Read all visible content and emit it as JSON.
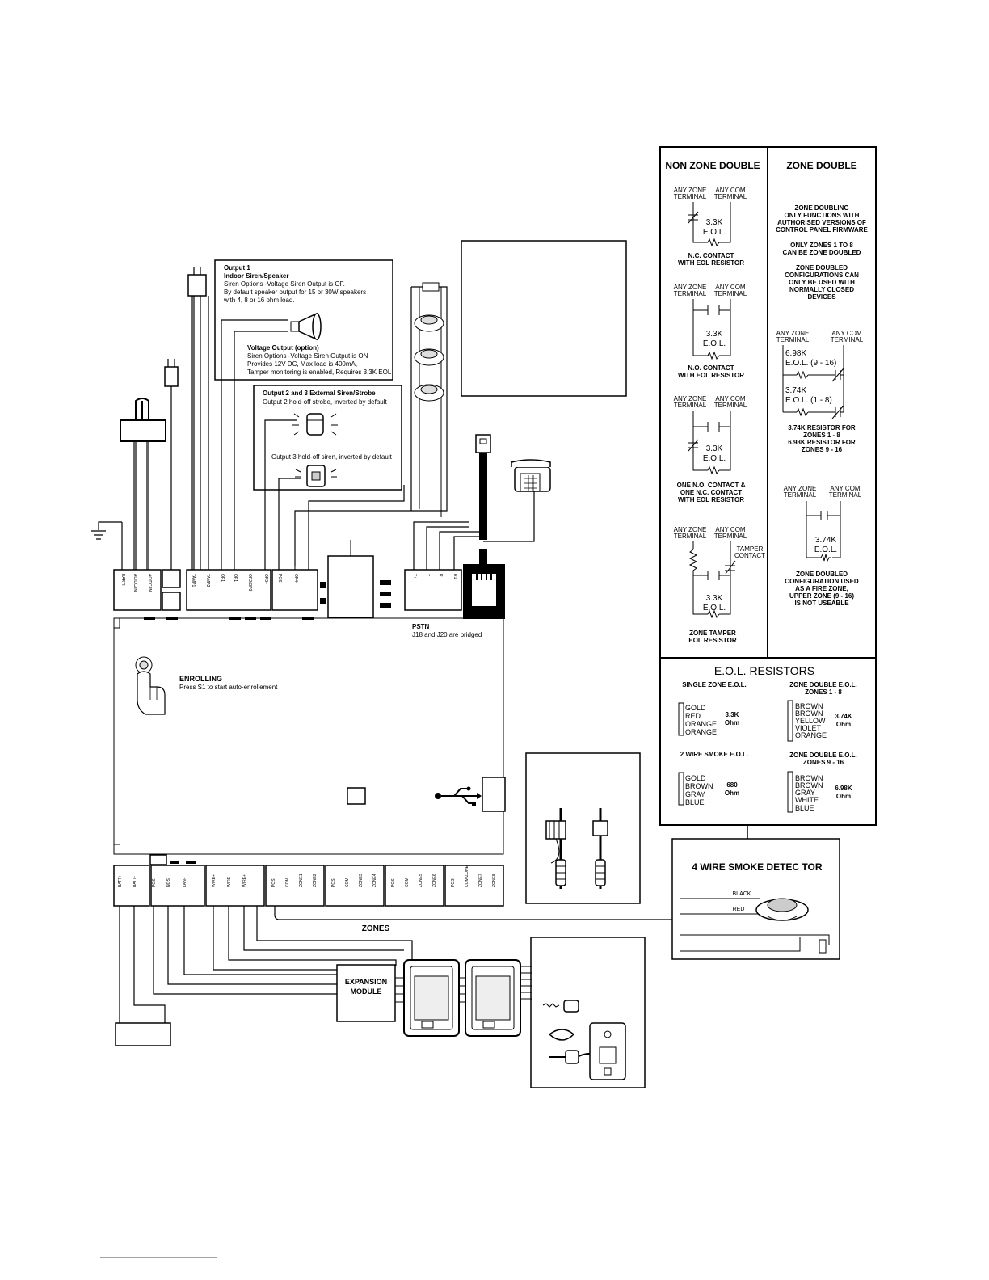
{
  "output1": {
    "title": "Output 1",
    "subtitle": "Indoor Siren/Speaker",
    "lines": [
      "Siren Options -Voltage Siren Output is OF.",
      "By default speaker output for 15 or 30W speakers",
      "with 4, 8 or 16 ohm load."
    ],
    "voltage_title": "Voltage Output (option)",
    "voltage_lines": [
      "Siren Options -Voltage Siren Output is ON",
      "Provides 12V DC, Max load is 400mA,",
      "Tamper monitoring is enabled, Requires 3,3K EOL"
    ]
  },
  "output23": {
    "title": "Output 2 and 3 External Siren/Strobe",
    "line1": "Output 2 hold-off strobe, inverted by default",
    "line2": "Output 3 hold-off siren, inverted by default"
  },
  "board": {
    "pstn_title": "PSTN",
    "pstn_note": "J18 and J20 are bridged",
    "enrolling_title": "ENROLLING",
    "enrolling_note": "Press S1 to start auto-enrollement",
    "zones_label": "ZONES",
    "expansion_line1": "EXPANSION",
    "expansion_line2": "MODULE",
    "top_terminals": [
      "EARTH",
      "AC/DC/IN",
      "AC/DC/IN",
      "TAMP1",
      "TAMP2",
      "OP1",
      "OP1",
      "OP2/OP3",
      "OP3+",
      "PGS",
      "OP4-"
    ],
    "right_terminals": [
      "T+",
      "T",
      "R",
      "R1"
    ],
    "bottom_terminals": [
      "BATT+",
      "BATT-",
      "POS",
      "NOS",
      "LAN+",
      "WIRE+",
      "WIRE-",
      "WIRE+",
      "POS",
      "COM",
      "ZONE1",
      "ZONE2",
      "POS",
      "COM",
      "ZONE3",
      "ZONE4",
      "POS",
      "COM",
      "ZONE5",
      "ZONE6",
      "POS",
      "COM/ZONE",
      "ZONE7",
      "ZONE8"
    ]
  },
  "non_zone_double": {
    "header": "NON ZONE DOUBLE",
    "any_zone": "ANY ZONE",
    "terminal": "TERMINAL",
    "any_com": "ANY COM",
    "value": "3.3K",
    "eol": "E.O.L.",
    "tamper": "TAMPER",
    "contact": "CONTACT",
    "captions": [
      [
        "N.C. CONTACT",
        "WITH EOL RESISTOR"
      ],
      [
        "N.O. CONTACT",
        "WITH EOL RESISTOR"
      ],
      [
        "ONE N.O. CONTACT &",
        "ONE N.C. CONTACT",
        "WITH EOL RESISTOR"
      ],
      [
        "ZONE TAMPER",
        "EOL RESISTOR"
      ]
    ]
  },
  "zone_double": {
    "header": "ZONE DOUBLE",
    "note1": [
      "ZONE DOUBLING",
      "ONLY FUNCTIONS WITH",
      "AUTHORISED VERSIONS OF",
      "CONTROL PANEL FIRMWARE"
    ],
    "note2": [
      "ONLY ZONES 1 TO 8",
      "CAN BE ZONE DOUBLED"
    ],
    "note3": [
      "ZONE DOUBLED",
      "CONFIGURATIONS CAN",
      "ONLY BE USED WITH",
      "NORMALLY CLOSED",
      "DEVICES"
    ],
    "res_698": "6.98K",
    "range_698": "E.O.L. (9 - 16)",
    "res_374": "3.74K",
    "range_374": "E.O.L. (1 - 8)",
    "resistor_note": [
      "3.74K RESISTOR FOR",
      "ZONES 1 - 8",
      "6.98K RESISTOR FOR",
      "ZONES 9 - 16"
    ],
    "fire_value": "3.74K",
    "fire_eol": "E.O.L.",
    "fire_note": [
      "ZONE DOUBLED",
      "CONFIGURATION USED",
      "AS A FIRE ZONE,",
      "UPPER ZONE (9 - 16)",
      "IS NOT USEABLE"
    ]
  },
  "eol_resistors": {
    "header": "E.O.L. RESISTORS",
    "single": {
      "title": "SINGLE ZONE E.O.L.",
      "bands": [
        "GOLD",
        "RED",
        "ORANGE",
        "ORANGE"
      ],
      "value": "3.3K",
      "unit": "Ohm"
    },
    "smoke2": {
      "title": "2 WIRE SMOKE E.O.L.",
      "bands": [
        "GOLD",
        "BROWN",
        "GRAY",
        "BLUE"
      ],
      "value": "680",
      "unit": "Ohm"
    },
    "double18": {
      "title1": "ZONE DOUBLE E.O.L.",
      "title2": "ZONES 1 - 8",
      "bands": [
        "BROWN",
        "BROWN",
        "YELLOW",
        "VIOLET",
        "ORANGE"
      ],
      "value": "3.74K",
      "unit": "Ohm"
    },
    "double916": {
      "title1": "ZONE DOUBLE E.O.L.",
      "title2": "ZONES 9 - 16",
      "bands": [
        "BROWN",
        "BROWN",
        "GRAY",
        "WHITE",
        "BLUE"
      ],
      "value": "6.98K",
      "unit": "Ohm"
    }
  },
  "smoke4": {
    "title": "4 WIRE SMOKE DETEC TOR",
    "black": "BLACK",
    "red": "RED"
  }
}
